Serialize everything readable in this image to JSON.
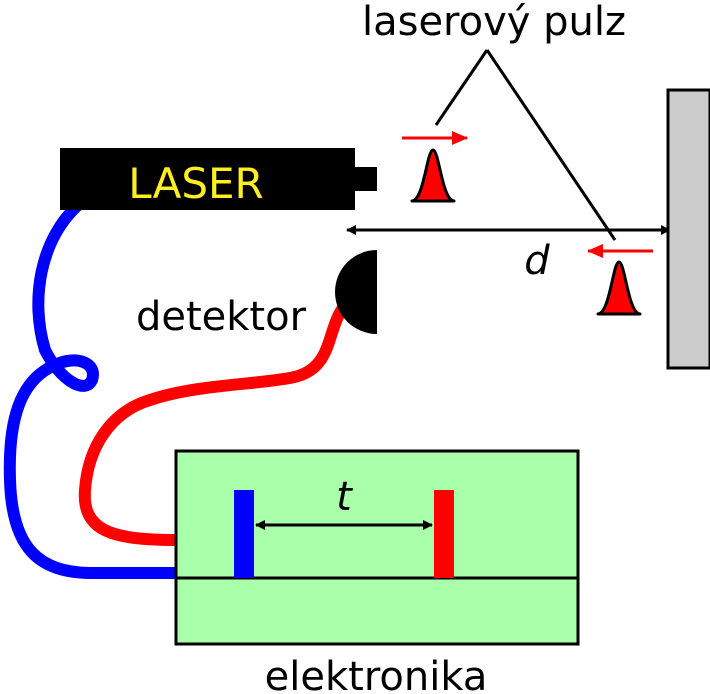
{
  "labels": {
    "pulse": "laserový pulz",
    "laser": "LASER",
    "detector": "detektor",
    "distance": "d",
    "time": "t",
    "electronics": "elektronika"
  },
  "colors": {
    "laser_body": "#000000",
    "laser_text": "#ffee22",
    "target": "#cccccc",
    "electronics_box": "#aaffaa",
    "cable_laser": "#0000ff",
    "cable_detector": "#ff0000",
    "pulse": "#ff0000",
    "start_marker": "#0000ff",
    "stop_marker": "#ff0000"
  }
}
